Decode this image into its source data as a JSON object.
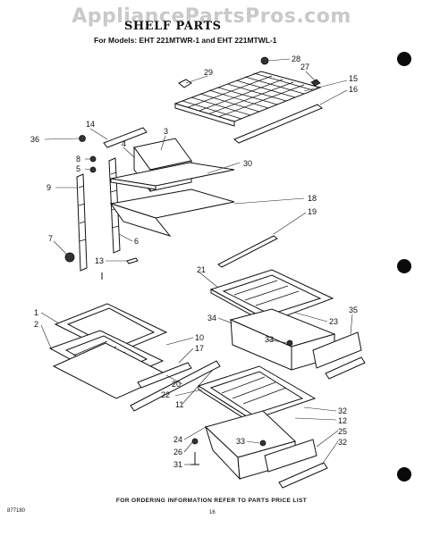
{
  "watermark": "AppliancePartsPros.com",
  "header": {
    "title": "SHELF PARTS",
    "models": "For Models: EHT 221MTWR-1 and EHT 221MTWL-1"
  },
  "footer": {
    "note": "FOR ORDERING INFORMATION REFER TO PARTS PRICE LIST",
    "doc_number": "877180",
    "page_number": "16"
  },
  "callouts": {
    "c1": "1",
    "c2": "2",
    "c3": "3",
    "c4": "4",
    "c5": "5",
    "c6": "6",
    "c7": "7",
    "c8": "8",
    "c9": "9",
    "c10": "10",
    "c11": "11",
    "c12": "12",
    "c13": "13",
    "c14": "14",
    "c15": "15",
    "c16": "16",
    "c17": "17",
    "c18": "18",
    "c19": "19",
    "c20": "20",
    "c21": "21",
    "c22": "22",
    "c23": "23",
    "c24": "24",
    "c25": "25",
    "c26": "26",
    "c27": "27",
    "c28": "28",
    "c29": "29",
    "c30": "30",
    "c31": "31",
    "c32a": "32",
    "c32b": "32",
    "c33a": "33",
    "c33b": "33",
    "c34": "34",
    "c35": "35",
    "c36": "36"
  },
  "colors": {
    "ink": "#111111",
    "watermark": "#c9c9c9",
    "punch": "#0a0a0a"
  }
}
